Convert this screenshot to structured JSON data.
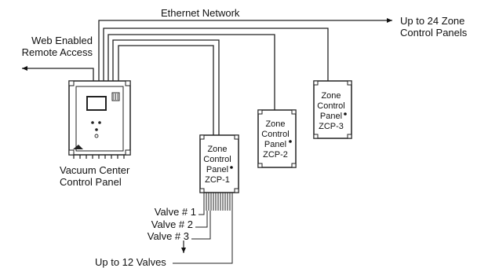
{
  "network": {
    "label": "Ethernet Network"
  },
  "expansion": {
    "line1": "Up to 24 Zone",
    "line2": "Control Panels"
  },
  "remote_access": {
    "line1": "Web Enabled",
    "line2": "Remote Access"
  },
  "main_panel": {
    "line1": "Vacuum Center",
    "line2": "Control Panel"
  },
  "zone_panels": [
    {
      "l1": "Zone",
      "l2": "Control",
      "l3": "Panel",
      "l4": "ZCP-1"
    },
    {
      "l1": "Zone",
      "l2": "Control",
      "l3": "Panel",
      "l4": "ZCP-2"
    },
    {
      "l1": "Zone",
      "l2": "Control",
      "l3": "Panel",
      "l4": "ZCP-3"
    }
  ],
  "valves": [
    "Valve # 1",
    "Valve # 2",
    "Valve # 3"
  ],
  "valves_more": "Up to 12 Valves"
}
